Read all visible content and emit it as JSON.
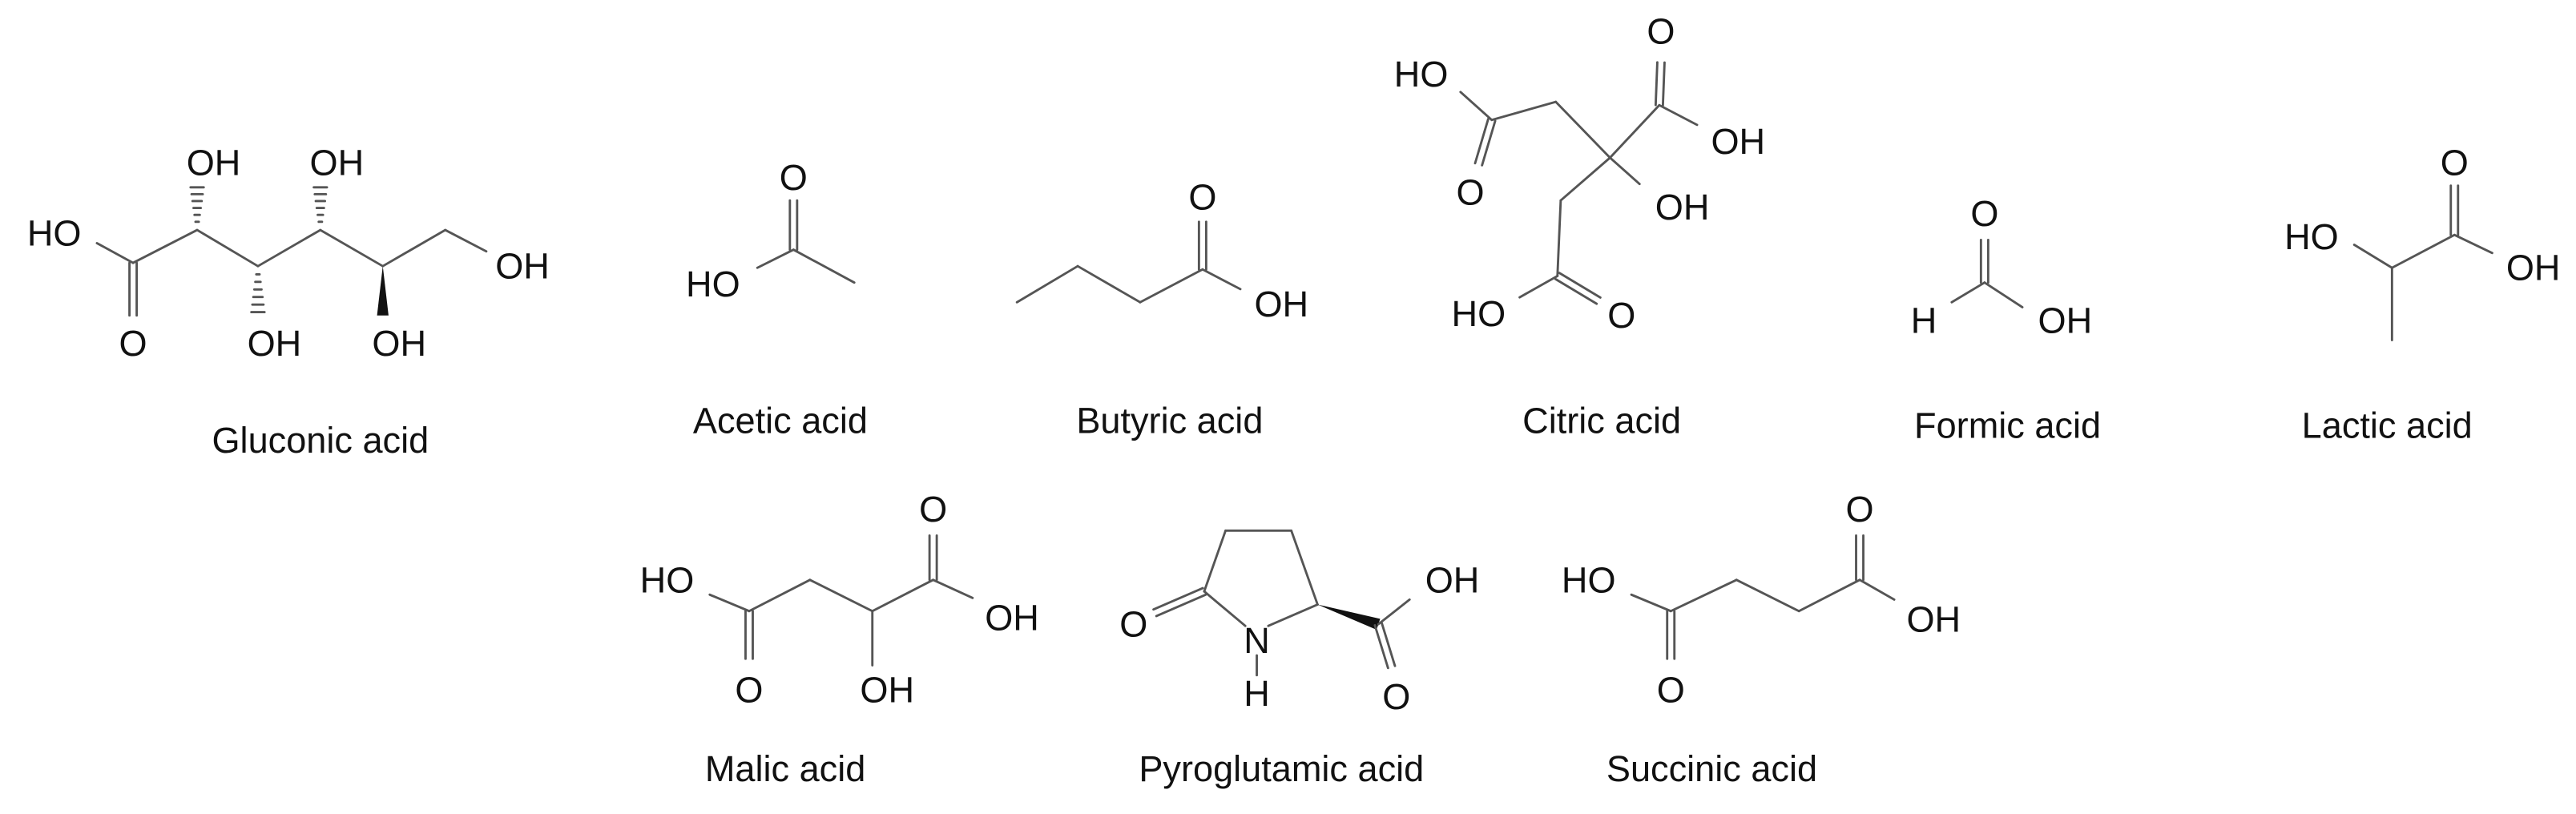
{
  "molecules": [
    {
      "name": "Gluconic acid",
      "atoms": [
        "HO",
        "O",
        "OH",
        "OH",
        "OH",
        "OH",
        "OH"
      ]
    },
    {
      "name": "Acetic acid",
      "atoms": [
        "HO",
        "O"
      ]
    },
    {
      "name": "Butyric acid",
      "atoms": [
        "O",
        "OH"
      ]
    },
    {
      "name": "Citric acid",
      "atoms": [
        "HO",
        "O",
        "O",
        "OH",
        "OH",
        "HO",
        "O"
      ]
    },
    {
      "name": "Formic acid",
      "atoms": [
        "H",
        "O",
        "OH"
      ]
    },
    {
      "name": "Lactic acid",
      "atoms": [
        "HO",
        "O",
        "OH"
      ]
    },
    {
      "name": "Malic acid",
      "atoms": [
        "HO",
        "O",
        "O",
        "OH",
        "OH"
      ]
    },
    {
      "name": "Pyroglutamic acid",
      "atoms": [
        "O",
        "N",
        "H",
        "OH",
        "O"
      ]
    },
    {
      "name": "Succinic acid",
      "atoms": [
        "HO",
        "O",
        "O",
        "OH"
      ]
    }
  ]
}
